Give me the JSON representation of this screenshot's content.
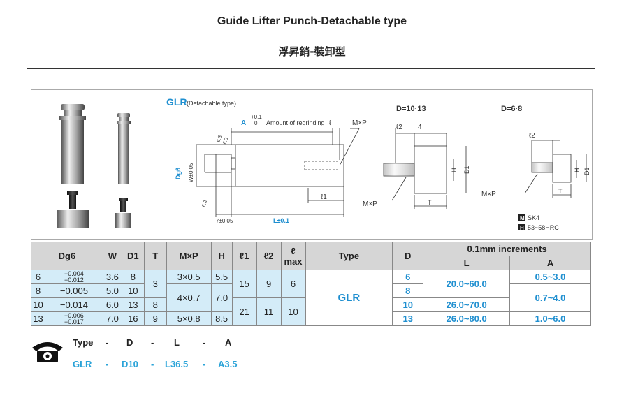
{
  "header": {
    "title_en": "Guide Lifter Punch-Detachable type",
    "title_jp": "浮昇銷-裝卸型"
  },
  "drawing": {
    "type_label": "GLR",
    "type_desc": "(Detachable type)",
    "tolerance_A": "A",
    "tolerance_top": "+0.1",
    "tolerance_bottom": "0",
    "regrind_label": "Amount of regrinding",
    "ell": "ℓ",
    "mxp": "M×P",
    "mxp2": "M×P",
    "mxp3": "M×P",
    "ell1": "ℓ1",
    "dg6": "Dg6",
    "w_tol": "W±0.05",
    "seven_tol": "7±0.05",
    "l_tol": "L±0.1",
    "rough1": "6.3",
    "rough2": "6.3",
    "rough3": "6.3",
    "d_1013": "D=10·13",
    "d_68": "D=6·8",
    "ell2a": "ℓ2",
    "ell2b": "ℓ2",
    "four": "4",
    "h_a": "H",
    "d1_a": "D1",
    "t_a": "T",
    "h_b": "H",
    "d1_b": "D1",
    "t_b": "T",
    "mat_m": "M",
    "mat_m_text": "SK4",
    "mat_h": "H",
    "mat_h_text": "53~58HRC"
  },
  "table": {
    "headers": {
      "dg6": "Dg6",
      "w": "W",
      "d1": "D1",
      "t": "T",
      "mxp": "M×P",
      "h": "H",
      "l1": "ℓ1",
      "l2": "ℓ2",
      "lmax_top": "ℓ",
      "lmax_bottom": "max",
      "type": "Type",
      "d": "D",
      "incr": "0.1mm increments",
      "L": "L",
      "A": "A"
    },
    "rows": [
      {
        "d": "6",
        "tol_top": "−0.004",
        "tol_bot": "−0.012",
        "w": "3.6",
        "d1": "8",
        "dd": "6"
      },
      {
        "d": "8",
        "tol": "−0.005",
        "w": "5.0",
        "d1": "10",
        "dd": "8"
      },
      {
        "d": "10",
        "tol": "−0.014",
        "w": "6.0",
        "d1": "13",
        "dd": "10"
      },
      {
        "d": "13",
        "tol_top": "−0.006",
        "tol_bot": "−0.017",
        "w": "7.0",
        "d1": "16",
        "dd": "13"
      }
    ],
    "t_a": "3",
    "t_b": "8",
    "t_c": "9",
    "mxp_a": "3×0.5",
    "mxp_b": "4×0.7",
    "mxp_c": "5×0.8",
    "h_a": "5.5",
    "h_b": "7.0",
    "h_c": "8.5",
    "l1_a": "15",
    "l1_b": "21",
    "l2_a": "9",
    "l2_b": "11",
    "lmax_a": "6",
    "lmax_b": "10",
    "type": "GLR",
    "L_a": "20.0~60.0",
    "L_b": "26.0~70.0",
    "L_c": "26.0~80.0",
    "A_a": "0.5~3.0",
    "A_b": "0.7~4.0",
    "A_c": "1.0~6.0"
  },
  "order": {
    "head": [
      "Type",
      "-",
      "D",
      "-",
      "L",
      "-",
      "A"
    ],
    "example": [
      "GLR",
      "-",
      "D10",
      "-",
      "L36.5",
      "-",
      "A3.5"
    ]
  },
  "colors": {
    "accent": "#1f8fd0",
    "cell_fill": "#d4ecf8",
    "header_fill": "#d6d6d6"
  }
}
